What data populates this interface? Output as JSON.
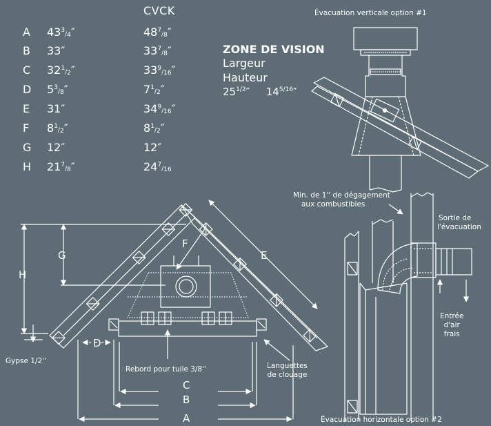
{
  "table": {
    "column_header": "CVCK",
    "rows": [
      {
        "key": "A",
        "v1": "43",
        "v1f": "3/4",
        "v2": "48",
        "v2f": "7/8"
      },
      {
        "key": "B",
        "v1": "33",
        "v1f": "",
        "v2": "33",
        "v2f": "7/8"
      },
      {
        "key": "C",
        "v1": "32",
        "v1f": "1/2",
        "v2": "33",
        "v2f": "9/16"
      },
      {
        "key": "D",
        "v1": "5",
        "v1f": "3/8",
        "v2": "7",
        "v2f": "1/2"
      },
      {
        "key": "E",
        "v1": "31",
        "v1f": "",
        "v2": "34",
        "v2f": "9/16"
      },
      {
        "key": "F",
        "v1": "8",
        "v1f": "1/2",
        "v2": "8",
        "v2f": "1/2"
      },
      {
        "key": "G",
        "v1": "12",
        "v1f": "",
        "v2": "12",
        "v2f": ""
      },
      {
        "key": "H",
        "v1": "21",
        "v1f": "7/8",
        "v2": "24",
        "v2f": "7/16"
      }
    ]
  },
  "vision_zone": {
    "title": "ZONE DE VISION",
    "width_label": "Largeur",
    "height_label": "Hauteur",
    "width_value": "25",
    "width_frac": "1/2",
    "height_value": "14",
    "height_frac": "5/16"
  },
  "labels": {
    "vertical_option": "Évacuation verticale option #1",
    "horizontal_option": "Évacuation horizontale option #2",
    "clearance_line1": "Min. de 1'' de dégagement",
    "clearance_line2": "aux combustibles",
    "exhaust_line1": "Sortie de",
    "exhaust_line2": "l'évacuation",
    "air_line1": "Entrée",
    "air_line2": "d'air",
    "air_line3": "frais",
    "gypsum": "Gypse 1/2''",
    "tile_ledge": "Rebord pour tuile 3/8''",
    "nailing_line1": "Languettes",
    "nailing_line2": "de clouage"
  },
  "dimensions": {
    "A": "A",
    "B": "B",
    "C": "C",
    "D": "D",
    "E": "E",
    "F": "F",
    "G": "G",
    "H": "H"
  },
  "colors": {
    "background": "#5e6d75",
    "line": "#ffffff"
  }
}
